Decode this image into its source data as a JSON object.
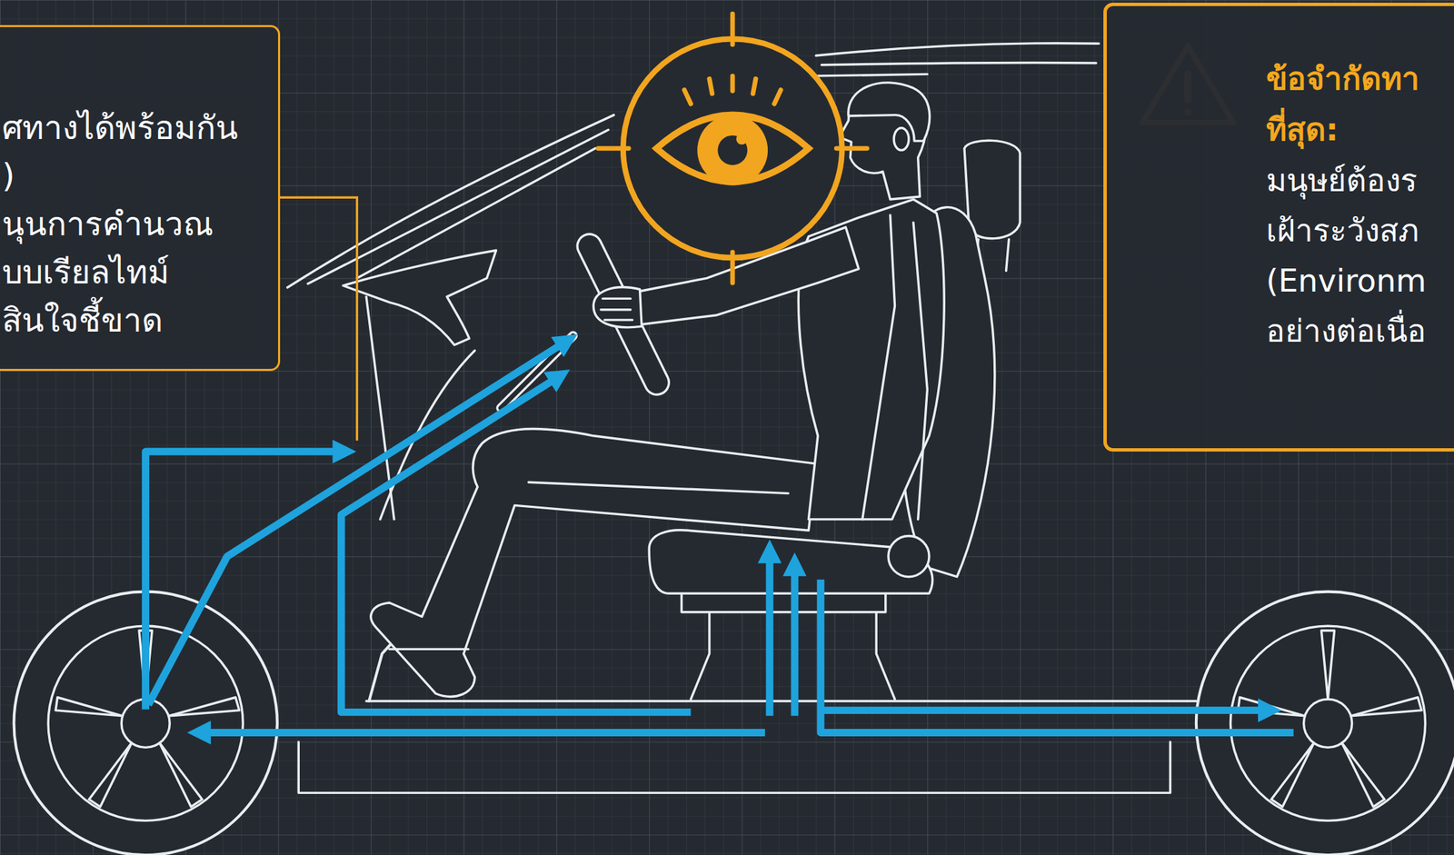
{
  "diagram": {
    "nodes": [
      {
        "text": [
          "ศทางได้พร้อมกัน ) นุนการคำนวณ บบเรียลไทม์ สินใจชี้ขาด"
        ]
      },
      {
        "text": [
          "ข้อจำกัดทา ที่สุด:",
          "มนุษย์ต้องร เฝ้าระวังสภ (Environm อย่างต่อเนื่อ"
        ]
      }
    ]
  }
}
